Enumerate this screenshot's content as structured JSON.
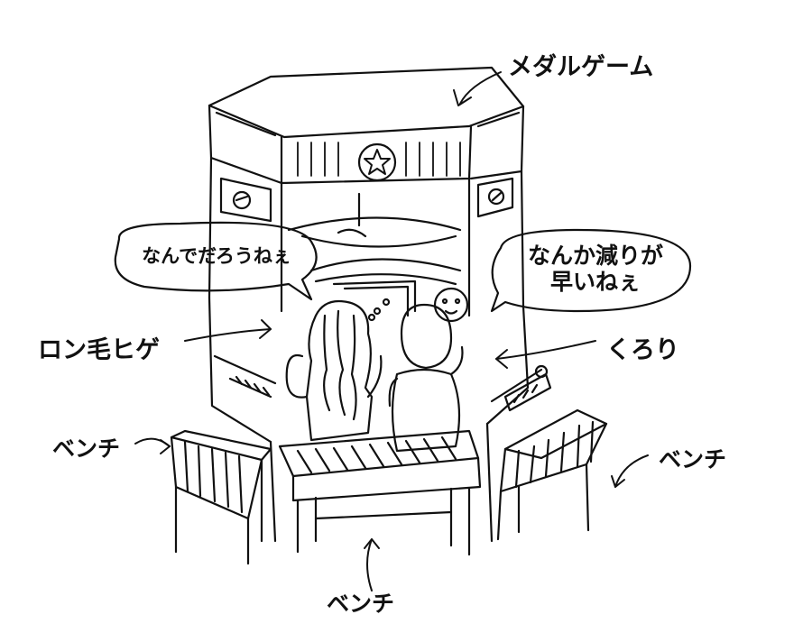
{
  "labels": {
    "medal_game": "メダルゲーム",
    "long_hair_beard": "ロン毛ヒゲ",
    "kurori": "くろり",
    "bench_left": "ベンチ",
    "bench_right": "ベンチ",
    "bench_bottom": "ベンチ"
  },
  "speech": {
    "left": "なんでだろうねぇ",
    "right_line1": "なんか減りが",
    "right_line2": "早いねぇ"
  },
  "colors": {
    "ink": "#111111",
    "paper": "#ffffff"
  },
  "icons": [
    "star-icon",
    "arrow-icon"
  ]
}
